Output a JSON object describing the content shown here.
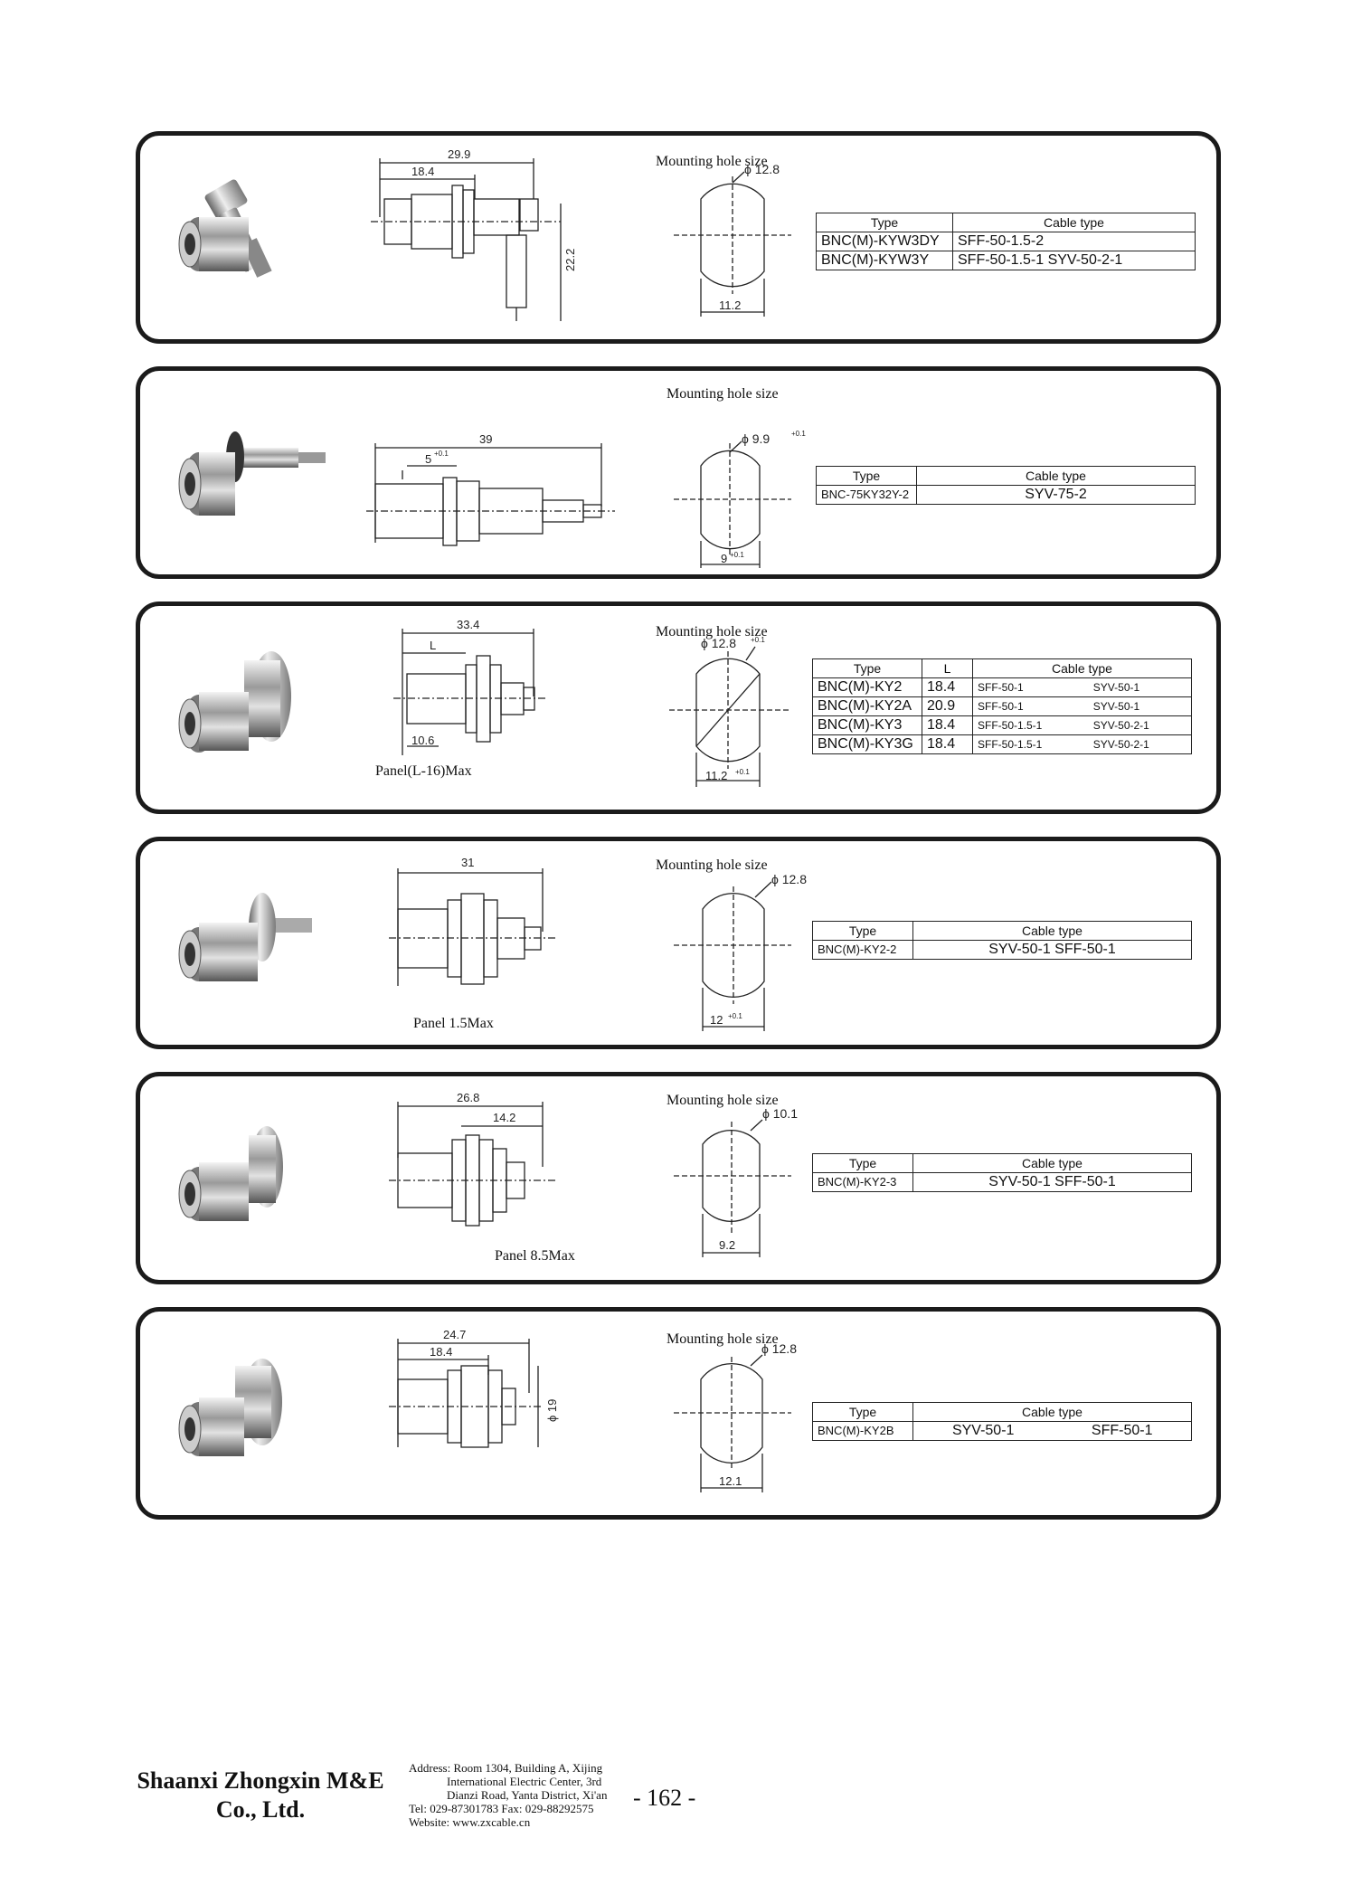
{
  "panels": [
    {
      "mounting_label": "Mounting hole size",
      "hole_diameter": "ϕ 12.8",
      "hole_flat": "11.2",
      "dims": {
        "a": "29.9",
        "b": "18.4",
        "c": "22.2"
      },
      "headers": {
        "type": "Type",
        "cable": "Cable type"
      },
      "rows": [
        {
          "type": "BNC(M)-KYW3DY",
          "cable": "SFF-50-1.5-2"
        },
        {
          "type": "BNC(M)-KYW3Y",
          "cable": "SFF-50-1.5-1  SYV-50-2-1"
        }
      ]
    },
    {
      "mounting_label": "Mounting hole size",
      "hole_diameter": "ϕ 9.9",
      "hole_diameter_tol": "+0.1",
      "hole_flat": "9",
      "hole_flat_tol": "+0.1",
      "dims": {
        "a": "39",
        "b": "5",
        "b_tol": "+0.1"
      },
      "headers": {
        "type": "Type",
        "cable": "Cable type"
      },
      "rows": [
        {
          "type": "BNC-75KY32Y-2",
          "cable": "SYV-75-2"
        }
      ]
    },
    {
      "mounting_label": "Mounting hole size",
      "hole_diameter": "ϕ 12.8",
      "hole_diameter_tol": "+0.1",
      "hole_flat": "11.2",
      "hole_flat_tol": "+0.1",
      "dims": {
        "a": "33.4",
        "b": "L",
        "c": "10.6"
      },
      "panel_note": "Panel(L-16)Max",
      "headers": {
        "type": "Type",
        "l": "L",
        "cable": "Cable type"
      },
      "rows": [
        {
          "type": "BNC(M)-KY2",
          "l": "18.4",
          "cable_a": "SFF-50-1",
          "cable_b": "SYV-50-1"
        },
        {
          "type": "BNC(M)-KY2A",
          "l": "20.9",
          "cable_a": "SFF-50-1",
          "cable_b": "SYV-50-1"
        },
        {
          "type": "BNC(M)-KY3",
          "l": "18.4",
          "cable_a": "SFF-50-1.5-1",
          "cable_b": "SYV-50-2-1"
        },
        {
          "type": "BNC(M)-KY3G",
          "l": "18.4",
          "cable_a": "SFF-50-1.5-1",
          "cable_b": "SYV-50-2-1"
        }
      ]
    },
    {
      "mounting_label": "Mounting hole size",
      "hole_diameter": "ϕ 12.8",
      "hole_flat": "12",
      "hole_flat_tol": "+0.1",
      "dims": {
        "a": "31"
      },
      "panel_note": "Panel 1.5Max",
      "headers": {
        "type": "Type",
        "cable": "Cable type"
      },
      "rows": [
        {
          "type": "BNC(M)-KY2-2",
          "cable": "SYV-50-1  SFF-50-1"
        }
      ]
    },
    {
      "mounting_label": "Mounting hole size",
      "hole_diameter": "ϕ 10.1",
      "hole_flat": "9.2",
      "dims": {
        "a": "26.8",
        "b": "14.2"
      },
      "panel_note": "Panel 8.5Max",
      "headers": {
        "type": "Type",
        "cable": "Cable type"
      },
      "rows": [
        {
          "type": "BNC(M)-KY2-3",
          "cable": "SYV-50-1  SFF-50-1"
        }
      ]
    },
    {
      "mounting_label": "Mounting hole size",
      "hole_diameter": "ϕ 12.8",
      "hole_flat": "12.1",
      "dims": {
        "a": "24.7",
        "b": "18.4",
        "c": "ϕ 19"
      },
      "headers": {
        "type": "Type",
        "cable": "Cable type"
      },
      "rows": [
        {
          "type": "BNC(M)-KY2B",
          "cable_a": "SYV-50-1",
          "cable_b": "SFF-50-1"
        }
      ]
    }
  ],
  "footer": {
    "company_line1": "Shaanxi Zhongxin M&E",
    "company_line2": "Co., Ltd.",
    "address_1": "Address: Room 1304, Building A, Xijing",
    "address_2": "International Electric Center, 3rd",
    "address_3": "Dianzi Road, Yanta District, Xi'an",
    "tel": "Tel: 029-87301783   Fax: 029-88292575",
    "website": "Website: www.zxcable.cn",
    "page": "- 162 -"
  }
}
